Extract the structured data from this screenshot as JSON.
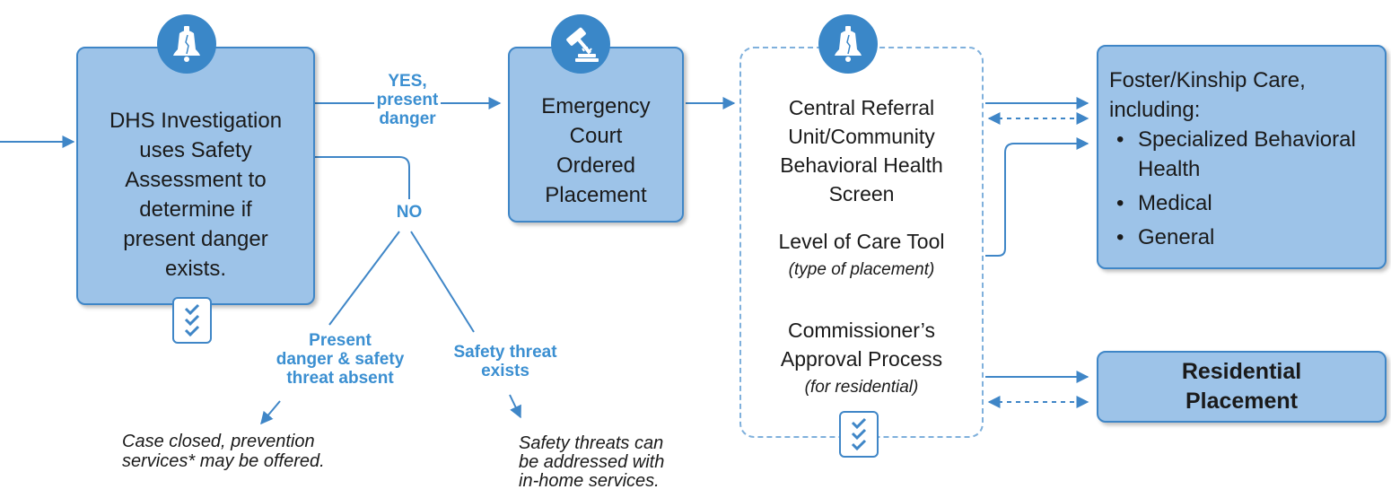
{
  "investigation": {
    "lines": [
      "DHS Investigation",
      "uses Safety",
      "Assessment to",
      "determine if",
      "present danger",
      "exists."
    ],
    "icon": "liberty-bell-icon",
    "checklist_icon": "checklist-icon"
  },
  "labels": {
    "yes_line1": "YES,",
    "yes_line2": "present",
    "yes_line3": "danger",
    "no": "NO",
    "absent_line1": "Present",
    "absent_line2": "danger & safety",
    "absent_line3": "threat absent",
    "threat_line1": "Safety threat",
    "threat_line2": "exists"
  },
  "court": {
    "lines": [
      "Emergency",
      "Court",
      "Ordered",
      "Placement"
    ],
    "icon": "gavel-icon"
  },
  "referral": {
    "screen_lines": [
      "Central Referral",
      "Unit/Community",
      "Behavioral Health",
      "Screen"
    ],
    "loc_title": "Level of Care Tool",
    "loc_sub": "(type of placement)",
    "approval_line1": "Commissioner’s",
    "approval_line2": "Approval Process",
    "approval_sub": "(for residential)",
    "icon": "liberty-bell-icon",
    "checklist_icon": "checklist-icon"
  },
  "foster": {
    "title_line1": "Foster/Kinship Care,",
    "title_line2": "including:",
    "items": [
      "Specialized Behavioral Health",
      "Medical",
      "General"
    ]
  },
  "residential": {
    "line1": "Residential",
    "line2": "Placement"
  },
  "notes": {
    "case_closed_line1": "Case closed, prevention",
    "case_closed_line2": "services* may be offered.",
    "threats_line1": "Safety threats can",
    "threats_line2": "be addressed with",
    "threats_line3": "in-home services."
  },
  "colors": {
    "accent": "#3b8fd1",
    "box_fill": "#9dc3e8",
    "box_border": "#3f86c7",
    "icon_fill": "#3a87c8"
  }
}
